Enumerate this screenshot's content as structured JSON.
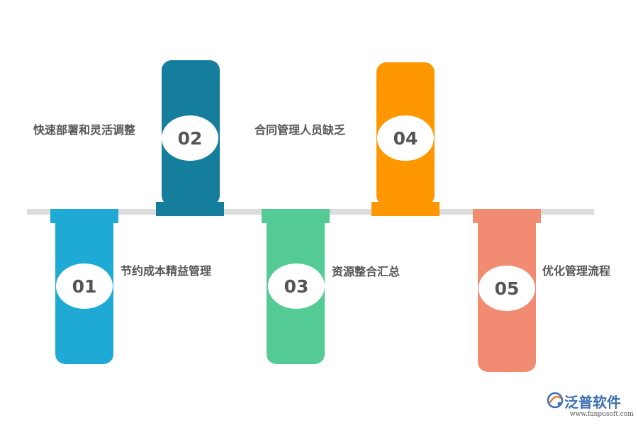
{
  "items": [
    {
      "num": "01",
      "label": "节约成本精益管理",
      "color": "#1eaad5"
    },
    {
      "num": "02",
      "label": "快速部署和灵活调整",
      "color": "#157e9c"
    },
    {
      "num": "03",
      "label": "资源整合汇总",
      "color": "#54cb95"
    },
    {
      "num": "04",
      "label": "合同管理人员缺乏",
      "color": "#ff9700"
    },
    {
      "num": "05",
      "label": "优化管理流程",
      "color": "#f18b71"
    }
  ],
  "logo": {
    "name": "泛普软件",
    "url": "www.fanpusoft.com",
    "icon": "fanpu-logo-icon"
  }
}
